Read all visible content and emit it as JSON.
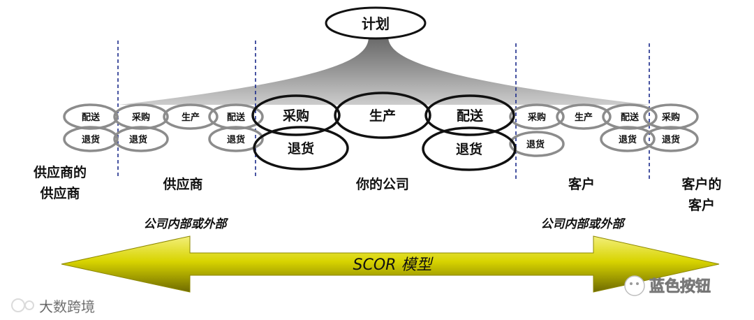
{
  "plan": "计划",
  "small_labels": {
    "deliver": "配送",
    "source": "采购",
    "make": "生产",
    "return": "退货"
  },
  "big_labels": {
    "source": "采购",
    "make": "生产",
    "deliver": "配送",
    "return_left": "退货",
    "return_right": "退货"
  },
  "entities": {
    "suppliers_supplier_line1": "供应商的",
    "suppliers_supplier_line2": "供应商",
    "supplier": "供应商",
    "your_company": "你的公司",
    "customer": "客户",
    "customers_customer_line1": "客户的",
    "customers_customer_line2": "客户"
  },
  "internal_external_left": "公司内部或外部",
  "internal_external_right": "公司内部或外部",
  "arrow_label": "SCOR 模型",
  "watermarks": {
    "left": "大数跨境",
    "right": "蓝色按钮"
  },
  "colors": {
    "arrow_fill": "#d8d400",
    "arrow_dark": "#6e6a00",
    "cone": "#8a8a8a",
    "divider": "#1a2a8a"
  }
}
